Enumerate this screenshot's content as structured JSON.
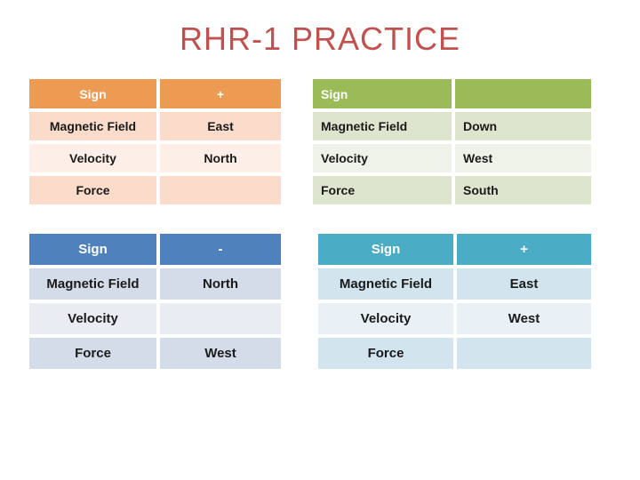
{
  "title": "RHR-1 PRACTICE",
  "title_color": "#C0514E",
  "tables": [
    {
      "name": "top-left-orange",
      "accent": "#ED9A53",
      "band_color": "#FBDCCB",
      "light_color": "#FDEFE8",
      "header": {
        "label": "Sign",
        "value": "+"
      },
      "rows": [
        {
          "label": "Magnetic Field",
          "value": "East"
        },
        {
          "label": "Velocity",
          "value": "North"
        },
        {
          "label": "Force",
          "value": ""
        }
      ]
    },
    {
      "name": "top-right-green",
      "accent": "#9BBB59",
      "band_color": "#DEE5CE",
      "light_color": "#EFF2E8",
      "header": {
        "label": "Sign",
        "value": ""
      },
      "rows": [
        {
          "label": "Magnetic Field",
          "value": "Down"
        },
        {
          "label": "Velocity",
          "value": "West"
        },
        {
          "label": "Force",
          "value": "South"
        }
      ]
    },
    {
      "name": "bottom-left-blue",
      "accent": "#4F81BD",
      "band_color": "#D5DCE9",
      "light_color": "#E9ECF3",
      "header": {
        "label": "Sign",
        "value": "-"
      },
      "rows": [
        {
          "label": "Magnetic Field",
          "value": "North"
        },
        {
          "label": "Velocity",
          "value": ""
        },
        {
          "label": "Force",
          "value": "West"
        }
      ]
    },
    {
      "name": "bottom-right-teal",
      "accent": "#4BACC6",
      "band_color": "#D2E4ED",
      "light_color": "#E9F1F6",
      "header": {
        "label": "Sign",
        "value": "+"
      },
      "rows": [
        {
          "label": "Magnetic Field",
          "value": "East"
        },
        {
          "label": "Velocity",
          "value": "West"
        },
        {
          "label": "Force",
          "value": ""
        }
      ]
    }
  ]
}
